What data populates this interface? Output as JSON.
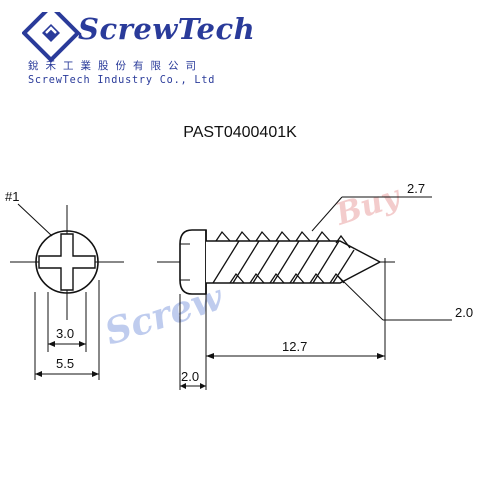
{
  "header": {
    "company_name": "ScrewTech",
    "company_chinese": "銳禾工業股份有限公司",
    "company_english": "ScrewTech Industry Co., Ltd"
  },
  "part_number": "PAST0400401K",
  "watermark": {
    "text": "ScrewBuy",
    "colors": {
      "blue": "#b4c4ec",
      "red": "#f2c4c4"
    }
  },
  "diagram": {
    "drive_label": "#1",
    "recess_width": "3.0",
    "head_diameter": "5.5",
    "thread_diameter": "2.7",
    "root_diameter": "2.0",
    "length": "12.7",
    "head_height": "2.0"
  },
  "colors": {
    "brand": "#2a3b9a",
    "line": "#111111"
  }
}
